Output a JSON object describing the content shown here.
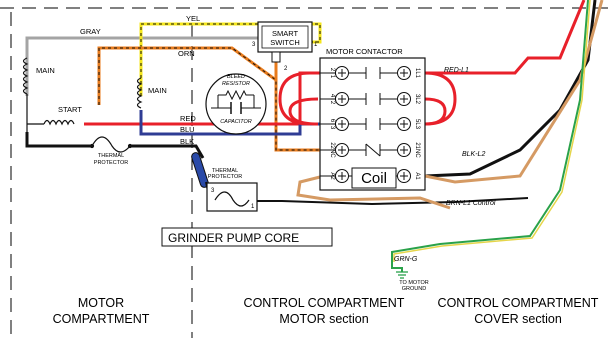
{
  "colors": {
    "red": "#e8202a",
    "blue": "#2f3c94",
    "black": "#111111",
    "gray": "#a4a4a4",
    "orange": "#e87b1c",
    "yellow": "#f4e61a",
    "brown": "#d59a63",
    "green": "#2aa24a",
    "grinder_fill": "#2a4aa8"
  },
  "labels": {
    "main_left": "MAIN",
    "main_right": "MAIN",
    "start": "START",
    "gray": "GRAY",
    "yel": "YEL",
    "orn": "ORN",
    "red": "RED",
    "blu": "BLU",
    "blk": "BLK",
    "thermal_protector_1": "THERMAL",
    "thermal_protector_2": "PROTECTOR",
    "bleed_resistor_1": "BLEED",
    "bleed_resistor_2": "RESISTOR",
    "capacitor": "CAPACITOR",
    "smart_switch_1": "SMART",
    "smart_switch_2": "SWITCH",
    "smart_switch_t3": "3",
    "smart_switch_t1": "1",
    "smart_switch_t2": "2",
    "motor_contactor": "MOTOR CONTACTOR",
    "red_l1": "RED-L1",
    "blk_l2": "BLK-L2",
    "brn_l1_control": "BRN-L1 Control",
    "grn_g": "GRN-G",
    "to_motor_ground_1": "TO MOTOR",
    "to_motor_ground_2": "GROUND",
    "coil": "Coil",
    "grinder_pump_core": "GRINDER PUMP CORE",
    "tp2_1": "THERMAL",
    "tp2_2": "PROTECTOR",
    "tp2_t3": "3",
    "tp2_t1": "1"
  },
  "contactor_terminals": {
    "left": [
      "2T1",
      "4T2",
      "6T3",
      "22NC",
      "A2"
    ],
    "right": [
      "1L1",
      "3L2",
      "5L3",
      "21NC",
      "A1"
    ]
  },
  "sections": {
    "motor_1": "MOTOR",
    "motor_2": "COMPARTMENT",
    "ctrl_motor_1": "CONTROL COMPARTMENT",
    "ctrl_motor_2": "MOTOR section",
    "ctrl_cover_1": "CONTROL COMPARTMENT",
    "ctrl_cover_2": "COVER section"
  }
}
